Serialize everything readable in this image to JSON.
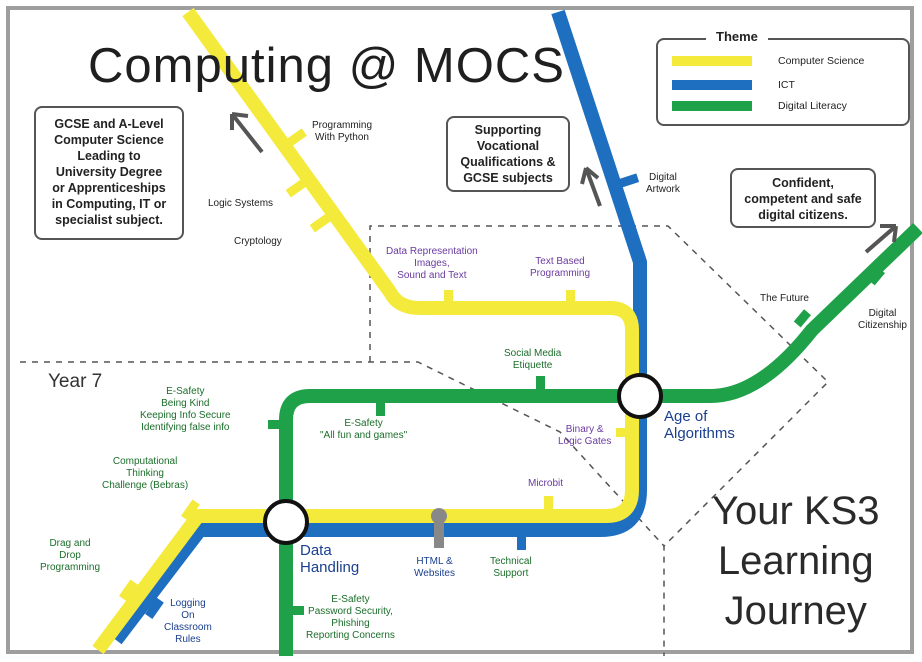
{
  "title": "Computing @ MOCS",
  "legend": {
    "title": "Theme",
    "items": [
      {
        "label": "Computer Science",
        "color": "#f4ea3b"
      },
      {
        "label": "ICT",
        "color": "#1f6fc0"
      },
      {
        "label": "Digital Literacy",
        "color": "#1fa14a"
      }
    ]
  },
  "boxes": {
    "cs_outcome": "GCSE and A-Level\nComputer Science\nLeading to\nUniversity Degree\nor Apprenticeships\nin Computing, IT or\nspecialist subject.",
    "ict_outcome": "Supporting\nVocational\nQualifications &\nGCSE subjects",
    "dl_outcome": "Confident,\ncompetent and safe\ndigital citizens."
  },
  "regions": {
    "year7": "Year 7"
  },
  "interchanges": {
    "age_of_algorithms": "Age of\nAlgorithms",
    "data_handling": "Data\nHandling"
  },
  "stops": {
    "programming_python": "Programming\nWith Python",
    "logic_systems": "Logic Systems",
    "cryptology": "Cryptology",
    "data_representation": "Data Representation\nImages,\nSound and Text",
    "text_based": "Text Based\nProgramming",
    "digital_artwork": "Digital\nArtwork",
    "the_future": "The Future",
    "digital_citizenship": "Digital\nCitizenship",
    "social_media": "Social Media\nEtiquette",
    "esafety_kind": "E-Safety\nBeing Kind\nKeeping Info Secure\nIdentifying false info",
    "esafety_fun": "E-Safety\n\"All fun and games\"",
    "binary_logic": "Binary &\nLogic Gates",
    "computational_thinking": "Computational\nThinking\nChallenge (Bebras)",
    "microbit": "Microbit",
    "drag_drop": "Drag and\nDrop\nProgramming",
    "html_websites": "HTML &\nWebsites",
    "technical_support": "Technical\nSupport",
    "logging_on": "Logging\nOn\nClassroom\nRules",
    "esafety_password": "E-Safety\nPassword Security,\nPhishing\nReporting Concerns"
  },
  "journey": "Your KS3\nLearning\nJourney"
}
